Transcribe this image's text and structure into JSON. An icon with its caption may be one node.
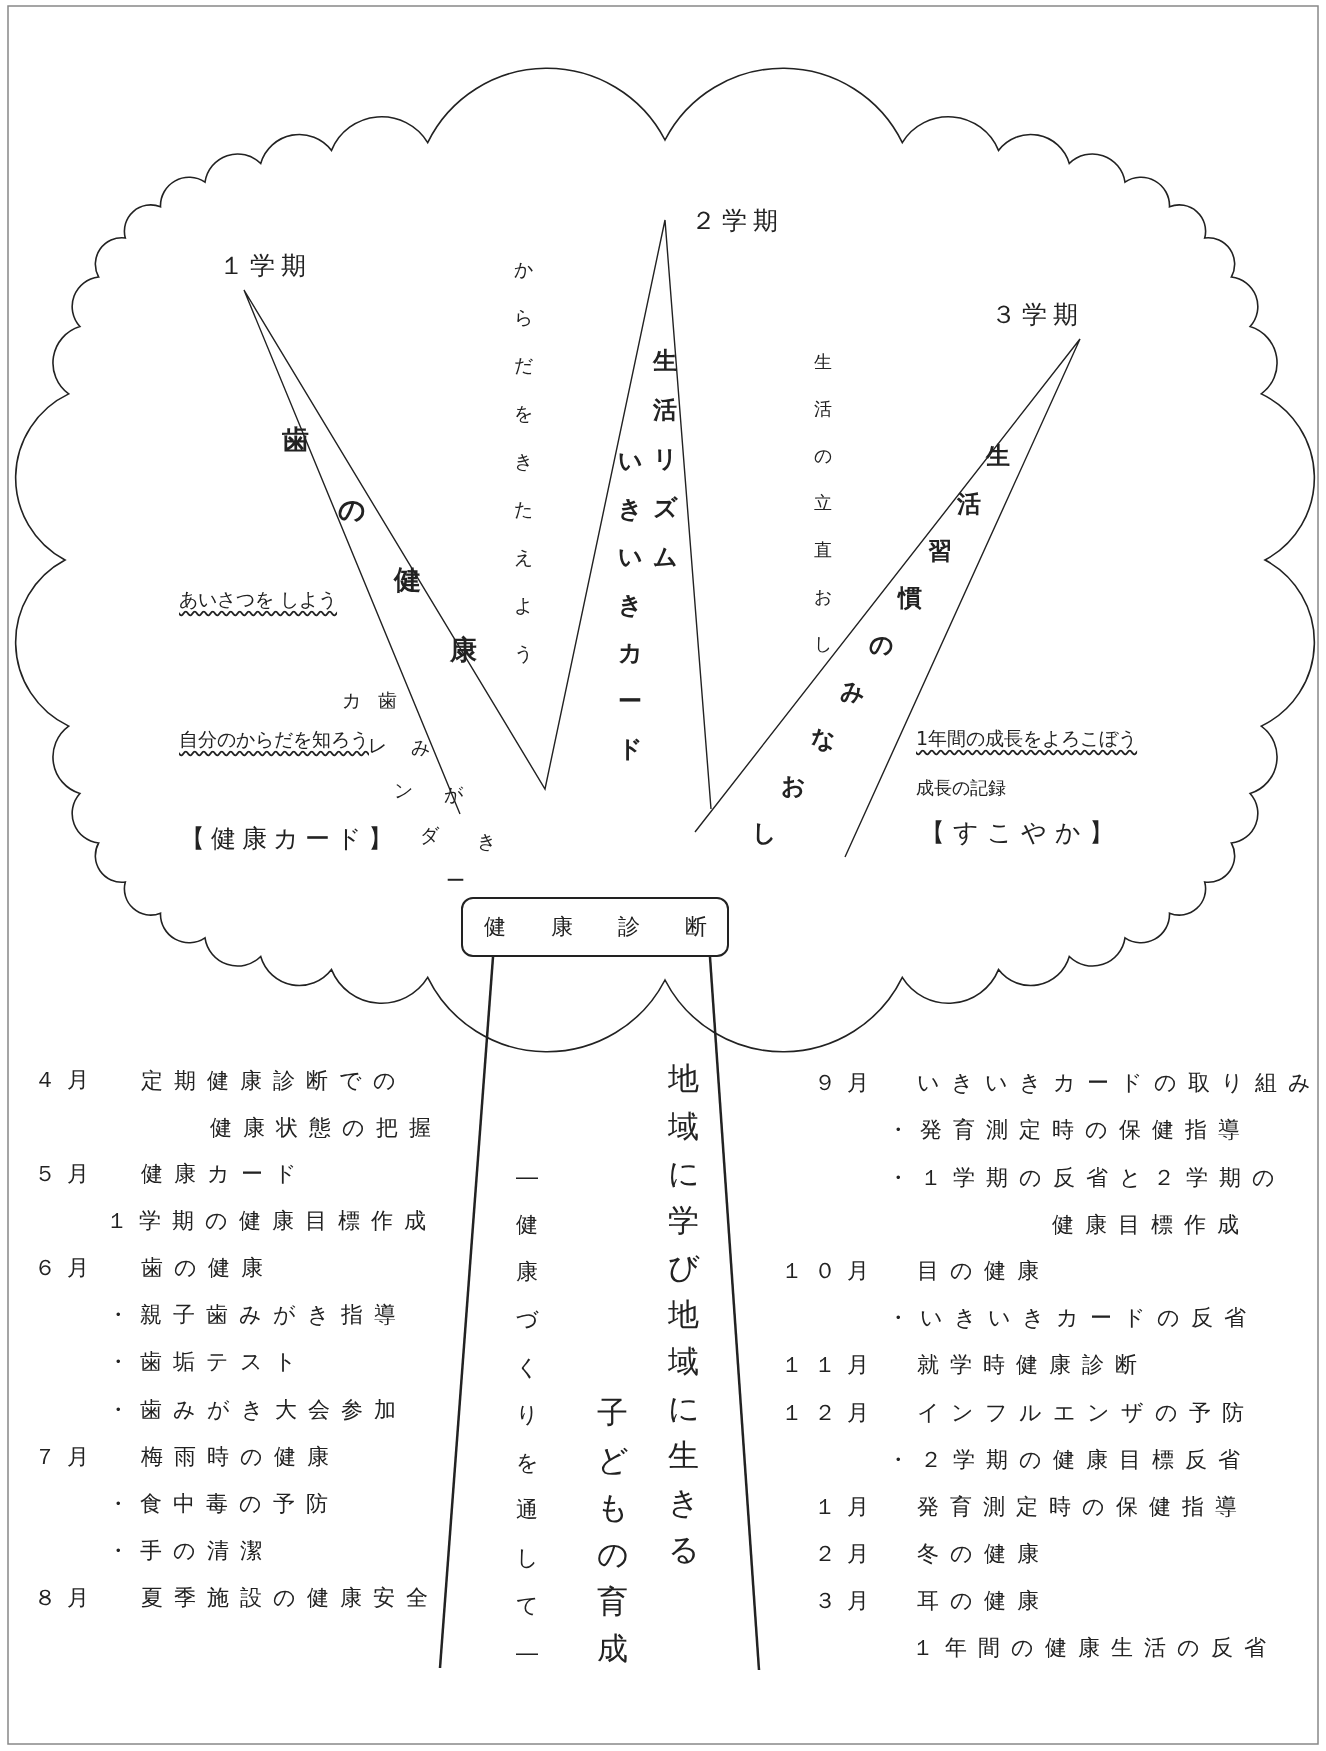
{
  "diagram": {
    "nodes": [
      {
        "text": [
          "健康診断"
        ]
      }
    ],
    "labels": [
      "１学期",
      "２学期",
      "３学期",
      "歯の健康",
      "からだをきたえよう",
      "いきいきカード",
      "生活リズム",
      "生活の立直おし",
      "生活習慣のみなおし",
      "あいさつを しよう",
      "自分のからだを知ろう",
      "歯みがき",
      "カレンダー",
      "1年間の成長をよろこぼう",
      "成長の記録",
      "【健康カード】",
      "【すこやか】",
      "４月",
      "定期健康診断での健康状態の把握",
      "５月",
      "健康カード",
      "１学期の健康目標作成",
      "６月",
      "歯の健康",
      "・親子歯みがき指導",
      "・歯垢テスト",
      "・歯みがき大会参加",
      "７月",
      "梅雨時の健康",
      "・食中毒の予防",
      "・手の清潔",
      "８月",
      "夏季施設の健康安全",
      "―健康づくりを通して―",
      "地域に学び地域に生きる",
      "子どもの育成",
      "９月",
      "いきいきカードの取り組み",
      "・発育測定時の保健指導",
      "・１学期の反省と２学期の健康目標作成",
      "１０月",
      "目の健康",
      "・いきいきカードの反省",
      "１１月",
      "就学時健康診断",
      "１２月",
      "インフルエンザの予防",
      "・２学期の健康目標反省",
      "１月",
      "発育測定時の保健指導",
      "２月",
      "冬の健康",
      "３月",
      "耳の健康",
      "１年間の健康生活の反省"
    ]
  }
}
